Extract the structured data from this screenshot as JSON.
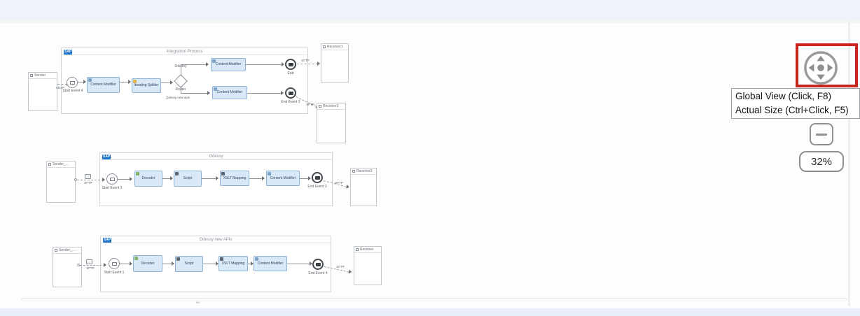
{
  "controls": {
    "navigator_tooltip_line1": "Global View (Click, F8)",
    "navigator_tooltip_line2": "Actual Size (Ctrl+Click, F5)",
    "zoom_level": "32%",
    "highlight_color": "#c9251f"
  },
  "misc": {
    "sap_logo": "SAP",
    "footer_marks": "IIIII"
  },
  "flows": [
    {
      "pool_title": "Integration Process",
      "sender": "Sender",
      "receivers": [
        "Receiver1",
        "Receiver2"
      ],
      "start_event": "Start Event 4",
      "inbound_adapter": "SOAP",
      "steps": [
        "Content Modifier",
        "Iterating Splitter",
        "Content Modifier",
        "Content Modifier"
      ],
      "gateway": {
        "label": "Router",
        "branch_top": "Odessy",
        "branch_bottom": "Odessy new apis"
      },
      "end_events": [
        "End",
        "End Event 2"
      ],
      "outbound_adapter": "SFTP"
    },
    {
      "pool_title": "Odessy",
      "sender": "Sender_...",
      "receiver": "Receiver3",
      "start_event": "Start Event 3",
      "inbound_adapter": "SFTP",
      "steps": [
        "Decoder",
        "Script",
        "XSLT Mapping",
        "Content Modifier"
      ],
      "end_event": "End Event 3",
      "outbound_adapter": "SFTP"
    },
    {
      "pool_title": "Odessy new APIs",
      "sender": "Sender_...",
      "receiver": "Receiver",
      "start_event": "Start Event 1",
      "inbound_adapter": "SFTP",
      "steps": [
        "Decoder",
        "Script",
        "XSLT Mapping",
        "Content Modifier"
      ],
      "end_event": "End Event 4",
      "outbound_adapter": "SFTP"
    }
  ]
}
